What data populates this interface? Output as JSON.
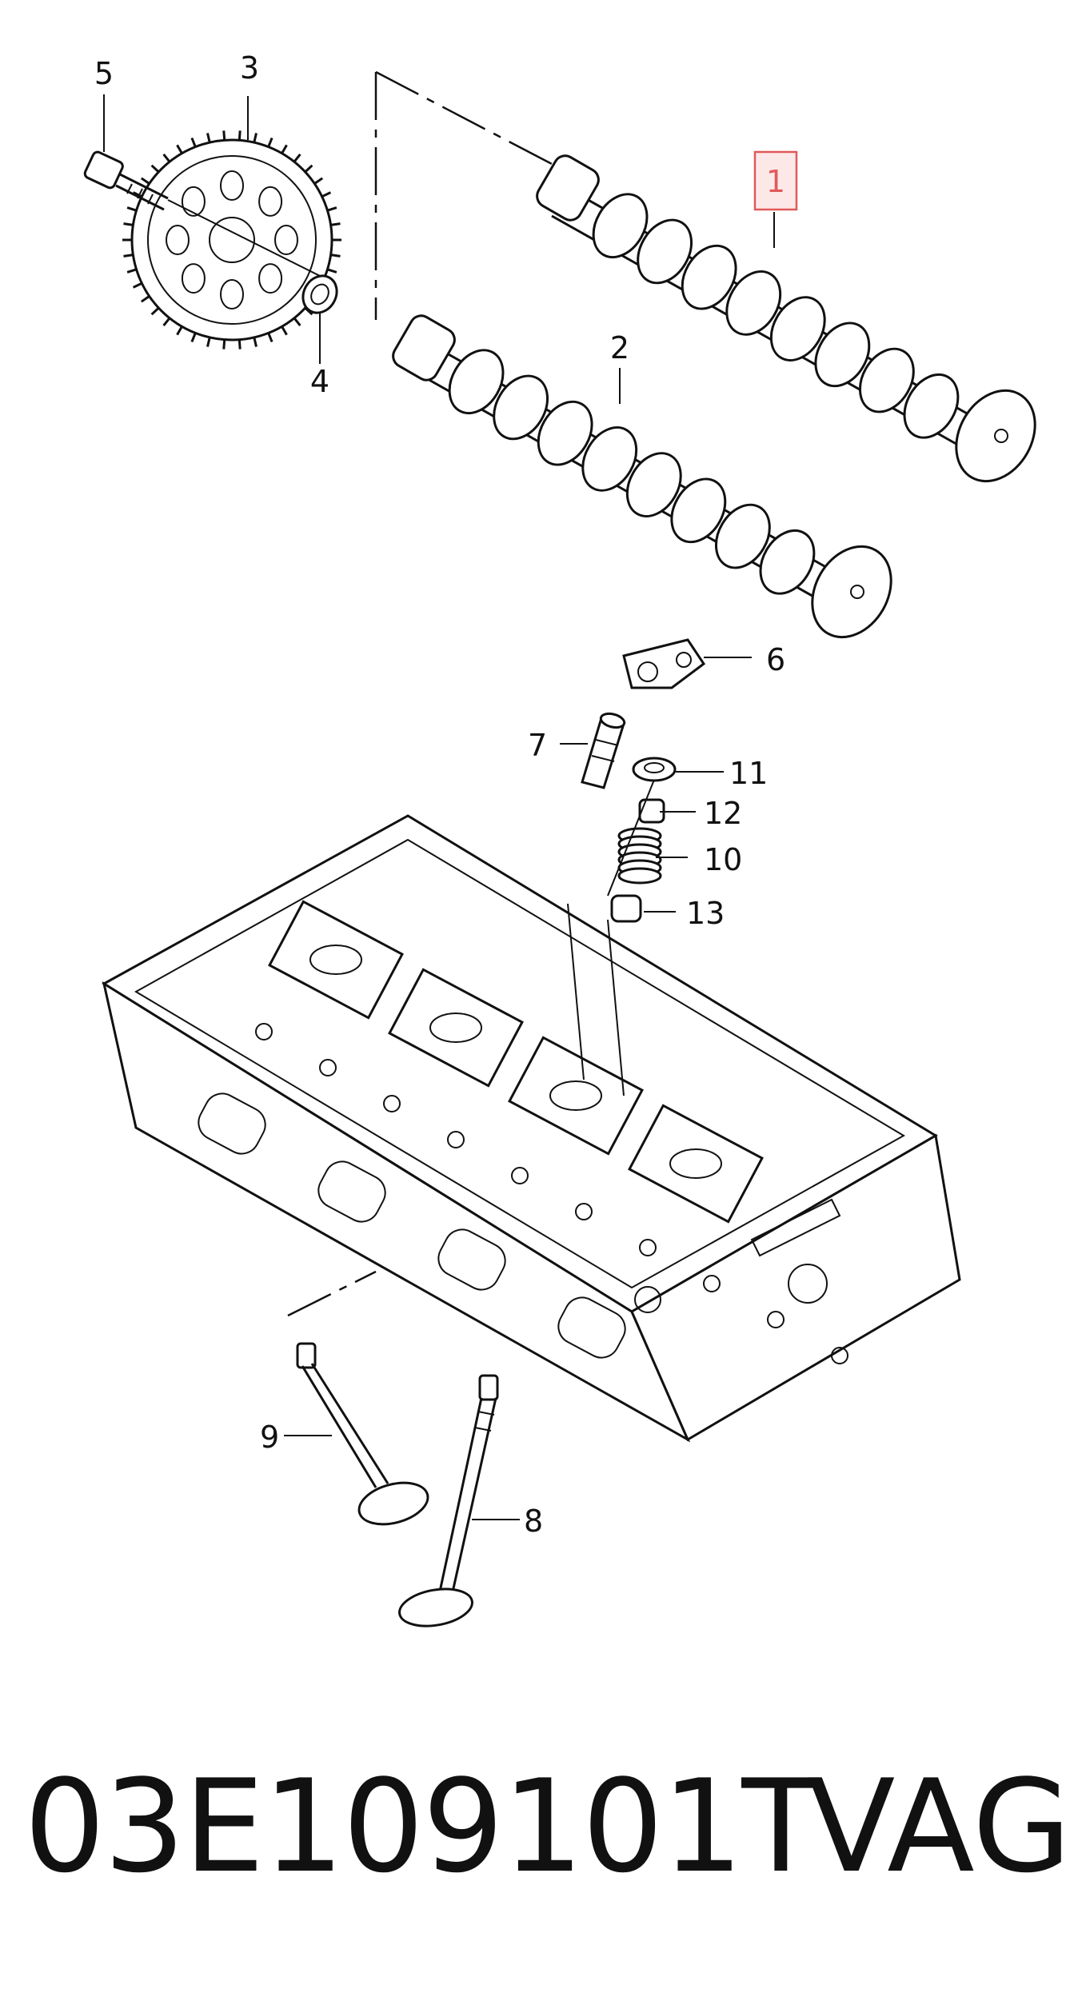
{
  "callouts": [
    {
      "id": "1",
      "label": "1",
      "highlighted": true
    },
    {
      "id": "2",
      "label": "2"
    },
    {
      "id": "3",
      "label": "3"
    },
    {
      "id": "4",
      "label": "4"
    },
    {
      "id": "5",
      "label": "5"
    },
    {
      "id": "6",
      "label": "6"
    },
    {
      "id": "7",
      "label": "7"
    },
    {
      "id": "8",
      "label": "8"
    },
    {
      "id": "9",
      "label": "9"
    },
    {
      "id": "10",
      "label": "10"
    },
    {
      "id": "11",
      "label": "11"
    },
    {
      "id": "12",
      "label": "12"
    },
    {
      "id": "13",
      "label": "13"
    }
  ],
  "footer": {
    "part_number": "03E109101T",
    "brand": "VAG"
  },
  "colors": {
    "highlight_border": "#e05a5a",
    "highlight_fill": "#fde8e8",
    "ink": "#111111"
  }
}
